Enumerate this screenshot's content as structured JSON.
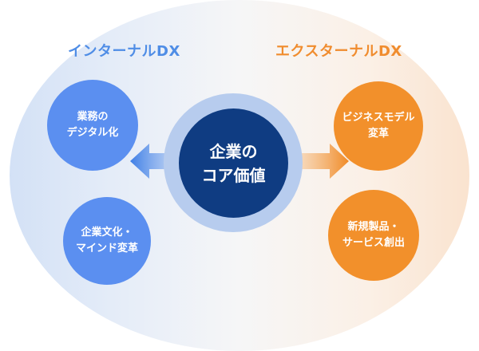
{
  "diagram": {
    "internal": {
      "title": "インターナルDX",
      "items": [
        {
          "line1": "業務の",
          "line2": "デジタル化"
        },
        {
          "line1": "企業文化・",
          "line2": "マインド変革"
        }
      ]
    },
    "external": {
      "title": "エクスターナルDX",
      "items": [
        {
          "line1": "ビジネスモデル",
          "line2": "変革"
        },
        {
          "line1": "新規製品・",
          "line2": "サービス創出"
        }
      ]
    },
    "center": {
      "line1": "企業の",
      "line2": "コア価値"
    },
    "colors": {
      "internal": "#5b8ff0",
      "external": "#f2902b",
      "center": "#0f3c82",
      "center_ring": "#b7ccee"
    }
  }
}
